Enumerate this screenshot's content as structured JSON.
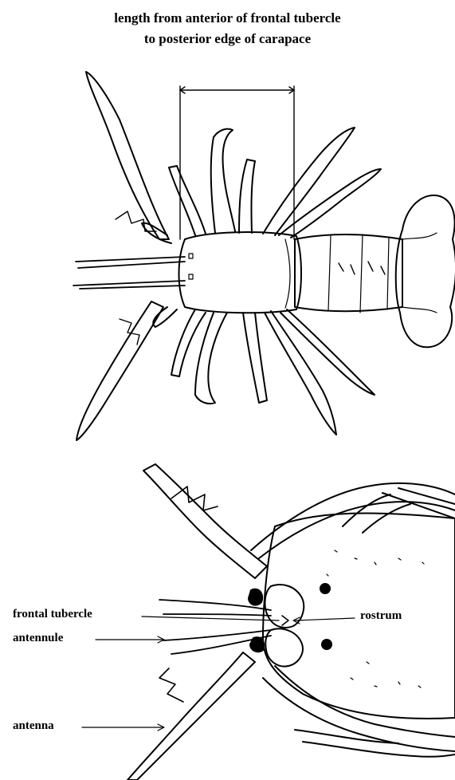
{
  "title": {
    "line1": "length from anterior of frontal tubercle",
    "line2": "to posterior edge of carapace"
  },
  "labels": {
    "frontal_tubercle": "frontal tubercle",
    "rostrum": "rostrum",
    "antennule": "antennule",
    "antenna": "antenna"
  }
}
